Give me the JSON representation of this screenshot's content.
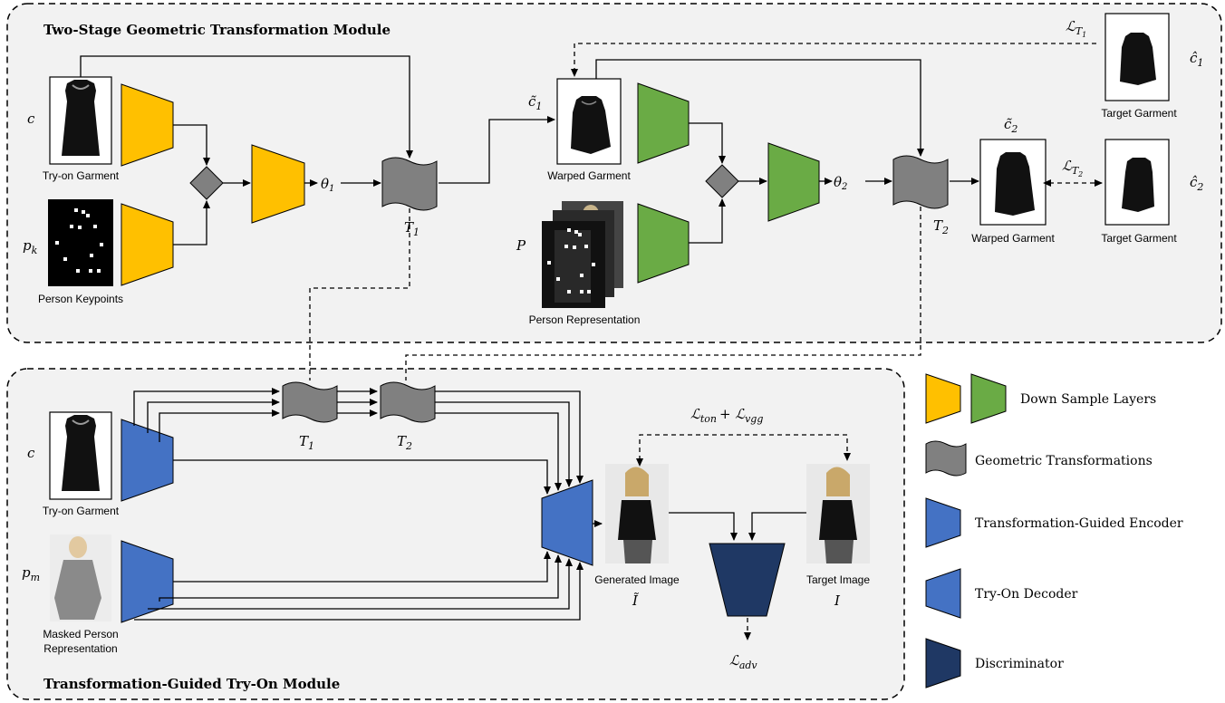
{
  "modules": {
    "top_title": "Two-Stage Geometric Transformation Module",
    "bottom_title": "Transformation-Guided Try-On Module"
  },
  "top": {
    "input_c": "c",
    "input_pk": "p",
    "input_pk_sub": "k",
    "tryon_garment": "Try-on Garment",
    "person_keypoints": "Person Keypoints",
    "theta1": "θ",
    "theta1_sub": "1",
    "T1": "T",
    "T1_sub": "1",
    "c1_tilde": "c̃",
    "c1_tilde_sub": "1",
    "warped_garment_1": "Warped Garment",
    "P": "P",
    "person_representation": "Person Representation",
    "theta2": "θ",
    "theta2_sub": "2",
    "T2": "T",
    "T2_sub": "2",
    "c2_tilde": "c̃",
    "c2_tilde_sub": "2",
    "warped_garment_2": "Warped Garment",
    "target_garment_1": "Target Garment",
    "target_garment_2": "Target Garment",
    "c1_hat": "ĉ",
    "c1_hat_sub": "1",
    "c2_hat": "ĉ",
    "c2_hat_sub": "2",
    "loss_T1": "ℒ",
    "loss_T1_sub": "T",
    "loss_T1_subsub": "1",
    "loss_T2": "ℒ",
    "loss_T2_sub": "T",
    "loss_T2_subsub": "2"
  },
  "bottom": {
    "input_c": "c",
    "tryon_garment": "Try-on Garment",
    "input_pm": "p",
    "input_pm_sub": "m",
    "masked_person_1": "Masked Person",
    "masked_person_2": "Representation",
    "T1": "T",
    "T1_sub": "1",
    "T2": "T",
    "T2_sub": "2",
    "loss_ton_vgg": "ℒ",
    "loss_ton_sub": "ton",
    "plus": "+ ℒ",
    "loss_vgg_sub": "vgg",
    "generated_image": "Generated Image",
    "I_tilde": "Ĩ",
    "target_image": "Target Image",
    "I": "I",
    "loss_adv": "ℒ",
    "loss_adv_sub": "adv"
  },
  "legend": {
    "down_sample": "Down Sample Layers",
    "geometric": "Geometric Transformations",
    "encoder": "Transformation-Guided Encoder",
    "decoder": "Try-On Decoder",
    "discriminator": "Discriminator"
  },
  "colors": {
    "yellow": "#FFC000",
    "green": "#6AAB45",
    "blue": "#4472C4",
    "navy": "#1F3864",
    "gray": "#7F7F7F",
    "panel": "#F2F2F2"
  }
}
